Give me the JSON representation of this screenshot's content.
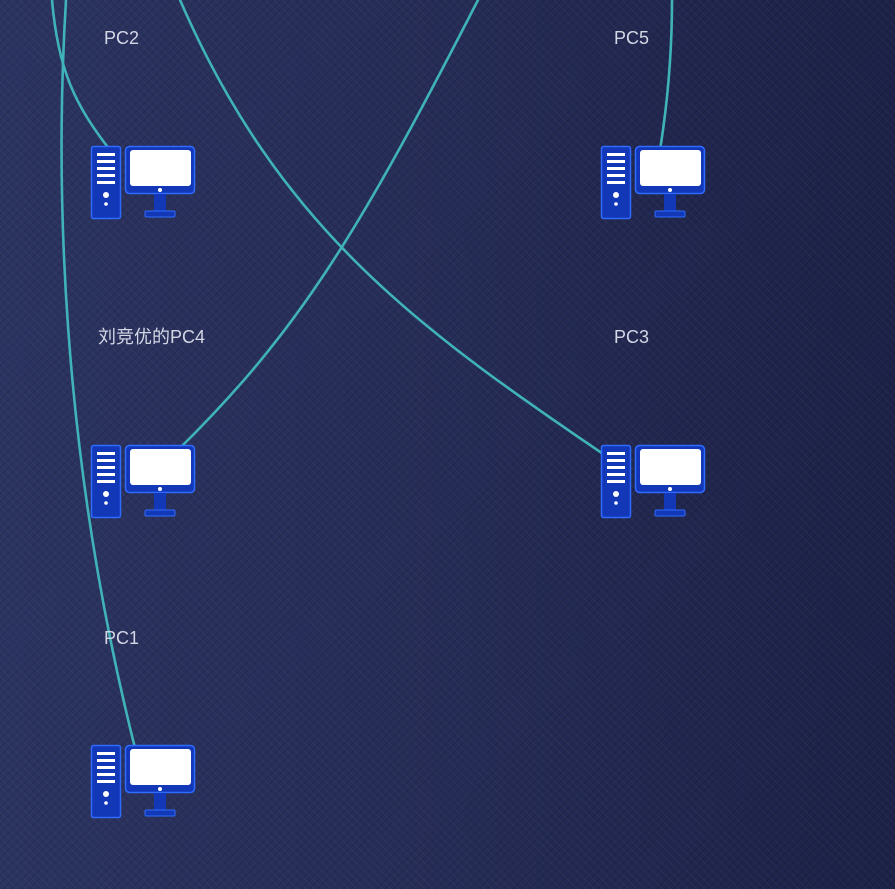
{
  "colors": {
    "background": "#262c52",
    "link": "#3fb3b8",
    "device_blue": "#1238b8",
    "device_outline": "#2f6bff",
    "screen": "#ffffff",
    "label": "#d4d7e6"
  },
  "nodes": [
    {
      "id": "pc2",
      "label": "PC2",
      "icon": "desktop-computer-icon"
    },
    {
      "id": "pc5",
      "label": "PC5",
      "icon": "desktop-computer-icon"
    },
    {
      "id": "pc4",
      "label": "刘竞优的PC4",
      "icon": "desktop-computer-icon"
    },
    {
      "id": "pc3",
      "label": "PC3",
      "icon": "desktop-computer-icon"
    },
    {
      "id": "pc1",
      "label": "PC1",
      "icon": "desktop-computer-icon"
    }
  ],
  "links": [
    {
      "id": "link-pc2",
      "to": "pc2"
    },
    {
      "id": "link-pc3",
      "to": "pc3"
    },
    {
      "id": "link-pc4",
      "to": "pc4"
    },
    {
      "id": "link-pc5",
      "to": "pc5"
    },
    {
      "id": "link-pc1",
      "to": "pc1"
    }
  ]
}
